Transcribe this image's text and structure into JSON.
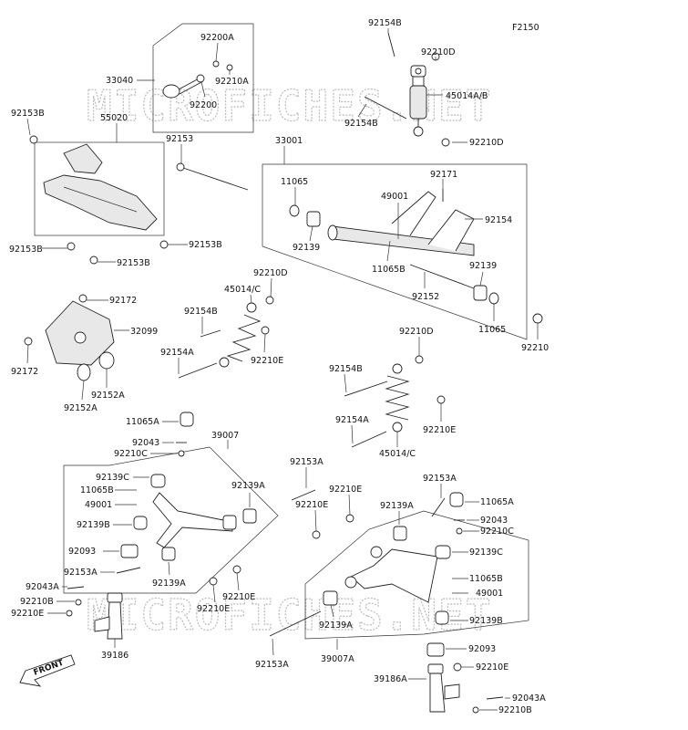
{
  "diagram_code": "F2150",
  "watermark": "MICROFICHES.NET",
  "direction_label": "FRONT",
  "labels": {
    "l92154B_t": "92154B",
    "l92210D_t": "92210D",
    "l92200A": "92200A",
    "l33040": "33040",
    "l92210A": "92210A",
    "l92200": "92200",
    "l45014AB": "45014A/B",
    "l92154B_m": "92154B",
    "l92210D_m": "92210D",
    "l92153B_tl": "92153B",
    "l55020": "55020",
    "l92153": "92153",
    "l33001": "33001",
    "l11065_t": "11065",
    "l92171": "92171",
    "l49001_t": "49001",
    "l92154": "92154",
    "l92139_t": "92139",
    "l11065B_t": "11065B",
    "l92139_r": "92139",
    "l92152": "92152",
    "l11065_r": "11065",
    "l92210": "92210",
    "l92153B_l": "92153B",
    "l92153B_c": "92153B",
    "l92153B_b": "92153B",
    "l92210D_l": "92210D",
    "l45014C_t": "45014/C",
    "l92172_t": "92172",
    "l92154B_l": "92154B",
    "l32099": "32099",
    "l92154A_l": "92154A",
    "l92210E_l": "92210E",
    "l92172_b": "92172",
    "l92152A_r": "92152A",
    "l92152A_l": "92152A",
    "l92210D_c": "92210D",
    "l92154B_c": "92154B",
    "l92154A_c": "92154A",
    "l92210E_c": "92210E",
    "l45014C_b": "45014/C",
    "l11065A_l": "11065A",
    "l92043_l": "92043",
    "l92210C_l": "92210C",
    "l39007": "39007",
    "l92153A_t": "92153A",
    "l92139C_l": "92139C",
    "l11065B_l": "11065B",
    "l49001_l": "49001",
    "l92139A_l": "92139A",
    "l92139B_l": "92139B",
    "l92093_l": "92093",
    "l92153A_l": "92153A",
    "l92043A_l": "92043A",
    "l92139A_lb": "92139A",
    "l92210B_l": "92210B",
    "l92210E_lb1": "92210E",
    "l92210E_lb2": "92210E",
    "l92210E_ll": "92210E",
    "l39186": "39186",
    "l92210E_r1": "92210E",
    "l92210E_r2": "92210E",
    "l92139A_r": "92139A",
    "l92153A_r": "92153A",
    "l11065A_r": "11065A",
    "l92043_r": "92043",
    "l92210C_r": "92210C",
    "l92139C_r": "92139C",
    "l11065B_r": "11065B",
    "l49001_r": "49001",
    "l92139B_r": "92139B",
    "l92139A_rb": "92139A",
    "l92153A_b": "92153A",
    "l39007A": "39007A",
    "l92093_r": "92093",
    "l92210E_rb": "92210E",
    "l39186A": "39186A",
    "l92043A_r": "92043A",
    "l92210B_r": "92210B"
  }
}
